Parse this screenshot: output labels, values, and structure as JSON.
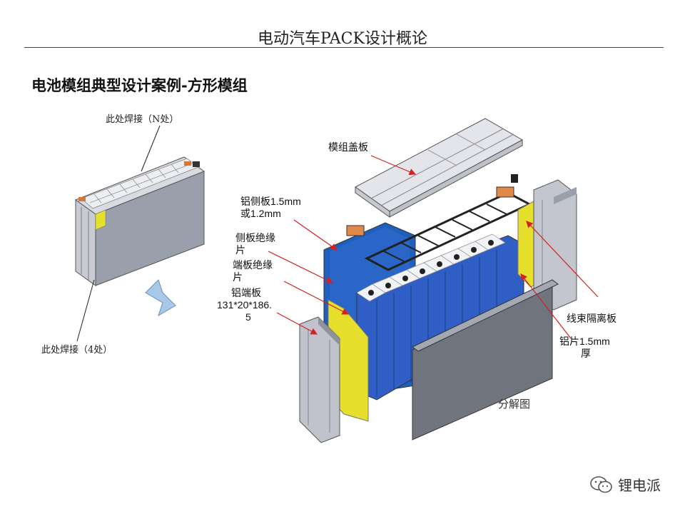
{
  "header": {
    "title": "电动汽车PACK设计概论"
  },
  "slide": {
    "subtitle": "电池模组典型设计案例-方形模组"
  },
  "left_module": {
    "weld_top": "此处焊接（N处）",
    "weld_bottom": "此处焊接（4处）"
  },
  "exploded": {
    "cover_plate": "模组盖板",
    "al_side_plate": [
      "铝侧板1.5mm",
      "或1.2mm"
    ],
    "side_insulation": [
      "侧板绝缘",
      "片"
    ],
    "end_insulation": [
      "端板绝缘",
      "片"
    ],
    "al_end_plate": [
      "铝端板",
      "131*20*186.",
      "5"
    ],
    "harness_isolation": "线束隔离板",
    "al_sheet": [
      "铝片1.5mm",
      "厚"
    ],
    "caption": "分解图"
  },
  "watermark": {
    "text": "锂电派",
    "icon": "wechat-icon"
  },
  "colors": {
    "blue_cell": "#2e62c4",
    "yellow_insulation": "#e6df2c",
    "gray_plate": "#8a8e9a",
    "arrow_red": "#d42020",
    "copper": "#e08a4a"
  }
}
